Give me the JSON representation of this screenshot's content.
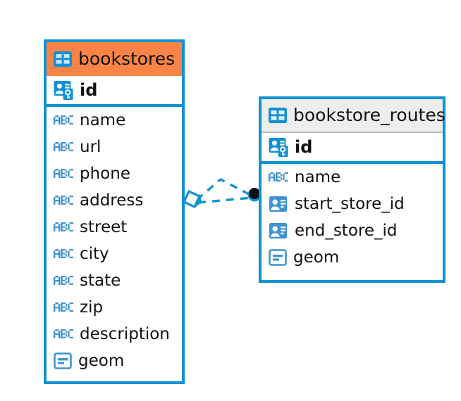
{
  "diagram": {
    "kind": "entity-relationship-diagram",
    "background_color": "#ffffff",
    "accent_color": "#1191d4",
    "highlight_color": "#fa8446",
    "header_gray": "#eceded",
    "text_color": "#111111"
  },
  "entities": [
    {
      "name": "bookstores",
      "header_style": "orange",
      "table_icon": "table-icon",
      "fields": [
        {
          "name": "id",
          "icon": "primary-key-icon",
          "type_hint": "primary-key",
          "bold": true
        },
        {
          "name": "name",
          "icon": "abc-text-icon",
          "type_hint": "text"
        },
        {
          "name": "url",
          "icon": "abc-text-icon",
          "type_hint": "text"
        },
        {
          "name": "phone",
          "icon": "abc-text-icon",
          "type_hint": "text"
        },
        {
          "name": "address",
          "icon": "abc-text-icon",
          "type_hint": "text"
        },
        {
          "name": "street",
          "icon": "abc-text-icon",
          "type_hint": "text"
        },
        {
          "name": "city",
          "icon": "abc-text-icon",
          "type_hint": "text"
        },
        {
          "name": "state",
          "icon": "abc-text-icon",
          "type_hint": "text"
        },
        {
          "name": "zip",
          "icon": "abc-text-icon",
          "type_hint": "text"
        },
        {
          "name": "description",
          "icon": "abc-text-icon",
          "type_hint": "text"
        },
        {
          "name": "geom",
          "icon": "geometry-icon",
          "type_hint": "geometry"
        }
      ]
    },
    {
      "name": "bookstore_routes",
      "header_style": "gray",
      "table_icon": "table-icon",
      "fields": [
        {
          "name": "id",
          "icon": "primary-key-icon",
          "type_hint": "primary-key",
          "bold": true
        },
        {
          "name": "name",
          "icon": "abc-text-icon",
          "type_hint": "text"
        },
        {
          "name": "start_store_id",
          "icon": "foreign-key-icon",
          "type_hint": "foreign-key"
        },
        {
          "name": "end_store_id",
          "icon": "foreign-key-icon",
          "type_hint": "foreign-key"
        },
        {
          "name": "geom",
          "icon": "geometry-icon",
          "type_hint": "geometry"
        }
      ]
    }
  ],
  "relationship": {
    "source_entity": "bookstores",
    "target_entity": "bookstore_routes",
    "line_style": "dashed",
    "line_color": "#1191d4",
    "source_marker": "diamond-marker",
    "target_marker": "filled-circle-marker",
    "branch_count": 2
  }
}
